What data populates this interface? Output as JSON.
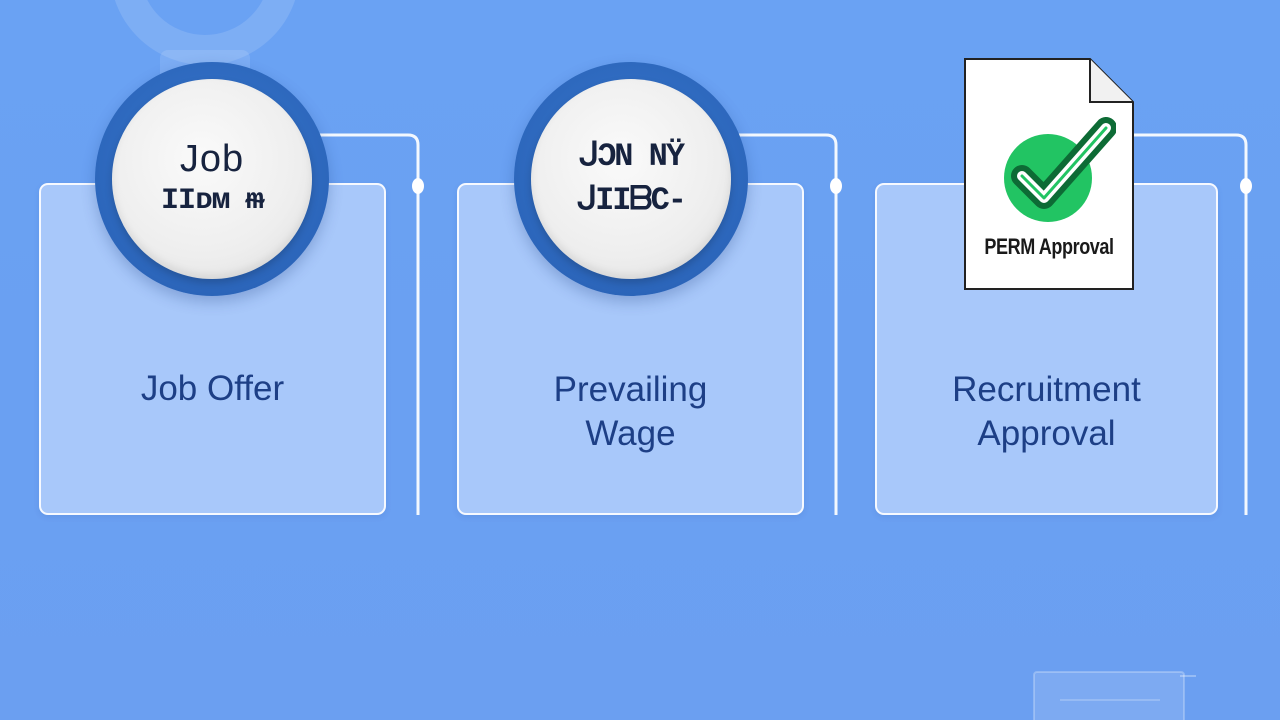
{
  "steps": [
    {
      "label_lines": [
        "Job Offer"
      ],
      "badge_lines": [
        "Job",
        "IIᴅᴍ ᵯ"
      ]
    },
    {
      "label_lines": [
        "Prevailing",
        "Wage"
      ],
      "badge_lines": [
        "ᒍƆN ΝŸ",
        "ᒍIIᗷC-"
      ]
    },
    {
      "label_lines": [
        "Recruitment",
        "Approval"
      ],
      "doc_title": "PERM Approval"
    }
  ],
  "colors": {
    "background": "#6aa2f3",
    "card_text": "#1d3f86",
    "badge_ring": "#2c66bb",
    "check_green": "#22c463"
  },
  "icons": [
    "gear-icon",
    "document-icon",
    "checkmark-icon"
  ]
}
